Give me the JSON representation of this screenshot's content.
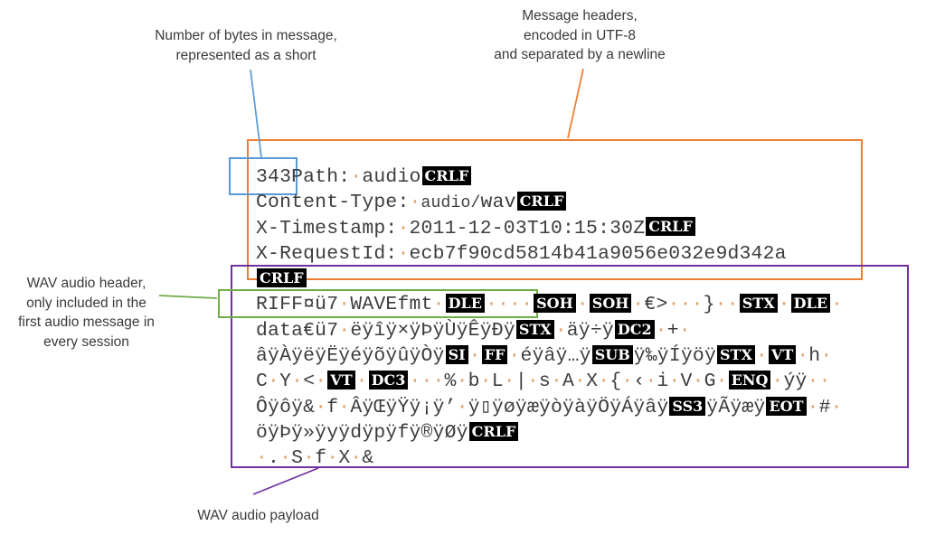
{
  "colors": {
    "orange": "#ED7D31",
    "blue": "#5B9BD5",
    "purple": "#7030A0",
    "green": "#70AD47",
    "control_bg": "#000000",
    "control_fg": "#ffffff",
    "dot": "#dfa168",
    "text": "#3d3d3d",
    "label": "#3a3a3a"
  },
  "annotations": {
    "bytes_label": {
      "lines": [
        "Number of bytes in message,",
        "represented as a short"
      ]
    },
    "headers_label": {
      "lines": [
        "Message headers,",
        "encoded in UTF-8",
        "and separated by a newline"
      ]
    },
    "wav_header_label": {
      "lines": [
        "WAV audio header,",
        "only included in the",
        "first audio message in",
        "every session"
      ]
    },
    "payload_label": {
      "text": "WAV audio payload"
    }
  },
  "message": {
    "byte_count": "343",
    "headers": [
      {
        "name": "Path",
        "value": "audio"
      },
      {
        "name": "Content-Type",
        "value": "audio/wav"
      },
      {
        "name": "X-Timestamp",
        "value": "2011-12-03T10:15:30Z"
      },
      {
        "name": "X-RequestId",
        "value": "ecb7f90cd5814b41a9056e032e9d342a"
      }
    ],
    "lines": [
      [
        {
          "t": "343Path:"
        },
        {
          "d": "·"
        },
        {
          "t": "audio"
        },
        {
          "c": "CRLF"
        }
      ],
      [
        {
          "t": "Content-Type:"
        },
        {
          "d": "·"
        },
        {
          "s": "audio/"
        },
        {
          "t": "wav"
        },
        {
          "c": "CRLF"
        }
      ],
      [
        {
          "t": "X-Timestamp:"
        },
        {
          "d": "·"
        },
        {
          "t": "2011-12-03T10:15:30Z"
        },
        {
          "c": "CRLF"
        }
      ],
      [
        {
          "t": "X-RequestId:"
        },
        {
          "d": "·"
        },
        {
          "t": "ecb7f90cd5814b41a9056e032e9d342a"
        }
      ],
      [
        {
          "c": "CRLF"
        }
      ],
      [
        {
          "t": "RIFF¤ü7"
        },
        {
          "d": "·"
        },
        {
          "t": "WAVEfmt"
        },
        {
          "d": "·"
        },
        {
          "c": "DLE"
        },
        {
          "d": "····"
        },
        {
          "c": "SOH"
        },
        {
          "d": "·"
        },
        {
          "c": "SOH"
        },
        {
          "d": "·"
        },
        {
          "t": "€>"
        },
        {
          "d": "···"
        },
        {
          "t": "}"
        },
        {
          "d": "··"
        },
        {
          "c": "STX"
        },
        {
          "d": "·"
        },
        {
          "c": "DLE"
        },
        {
          "d": "·"
        }
      ],
      [
        {
          "t": "data€ü7"
        },
        {
          "d": "·"
        },
        {
          "t": "ëÿîÿ×ÿÞÿÙÿÊÿÐÿ"
        },
        {
          "c": "STX"
        },
        {
          "d": "·"
        },
        {
          "t": "äÿ÷ÿ"
        },
        {
          "c": "DC2"
        },
        {
          "d": "·"
        },
        {
          "t": "+"
        },
        {
          "d": "·"
        }
      ],
      [
        {
          "t": "âÿÀÿëÿËÿéÿõÿûÿÒÿ"
        },
        {
          "c": "SI"
        },
        {
          "d": "·"
        },
        {
          "c": "FF"
        },
        {
          "d": "·"
        },
        {
          "t": "éÿâÿ…ÿ"
        },
        {
          "c": "SUB"
        },
        {
          "t": "ÿ‰ÿÍÿöÿ"
        },
        {
          "c": "STX"
        },
        {
          "d": "·"
        },
        {
          "c": "VT"
        },
        {
          "d": "·"
        },
        {
          "t": "h"
        },
        {
          "d": "·"
        }
      ],
      [
        {
          "t": "C"
        },
        {
          "d": "·"
        },
        {
          "t": "Y"
        },
        {
          "d": "·"
        },
        {
          "t": "<"
        },
        {
          "d": "·"
        },
        {
          "c": "VT"
        },
        {
          "d": "·"
        },
        {
          "c": "DC3"
        },
        {
          "d": "···"
        },
        {
          "t": "%"
        },
        {
          "d": "·"
        },
        {
          "t": "b"
        },
        {
          "d": "·"
        },
        {
          "t": "L"
        },
        {
          "d": "·"
        },
        {
          "t": "|"
        },
        {
          "d": "·"
        },
        {
          "t": "s"
        },
        {
          "d": "·"
        },
        {
          "t": "A"
        },
        {
          "d": "·"
        },
        {
          "t": "X"
        },
        {
          "d": "·"
        },
        {
          "t": "{"
        },
        {
          "d": "·"
        },
        {
          "t": "‹"
        },
        {
          "d": "·"
        },
        {
          "t": "i"
        },
        {
          "d": "·"
        },
        {
          "t": "V"
        },
        {
          "d": "·"
        },
        {
          "t": "G"
        },
        {
          "d": "·"
        },
        {
          "c": "ENQ"
        },
        {
          "d": "·"
        },
        {
          "t": "ýÿ"
        },
        {
          "d": "··"
        }
      ],
      [
        {
          "t": "Ôÿôÿ&"
        },
        {
          "d": "·"
        },
        {
          "t": "f"
        },
        {
          "d": "·"
        },
        {
          "t": "ÂÿŒÿŸÿ¡ÿ’"
        },
        {
          "d": "·"
        },
        {
          "t": "ÿ▯ÿøÿæÿòÿàÿÖÿÁÿâÿ"
        },
        {
          "c": "SS3"
        },
        {
          "t": "ÿÃÿæÿ"
        },
        {
          "c": "EOT"
        },
        {
          "d": "·"
        },
        {
          "t": "#"
        },
        {
          "d": "·"
        }
      ],
      [
        {
          "t": "öÿÞÿ»ÿyÿdÿpÿfÿ®ÿØÿ"
        },
        {
          "c": "CRLF"
        }
      ],
      [
        {
          "d": "·"
        },
        {
          "t": "."
        },
        {
          "d": "·"
        },
        {
          "t": "S"
        },
        {
          "d": "·"
        },
        {
          "t": "f"
        },
        {
          "d": "·"
        },
        {
          "t": "X"
        },
        {
          "d": "·"
        },
        {
          "t": "&"
        }
      ]
    ]
  }
}
